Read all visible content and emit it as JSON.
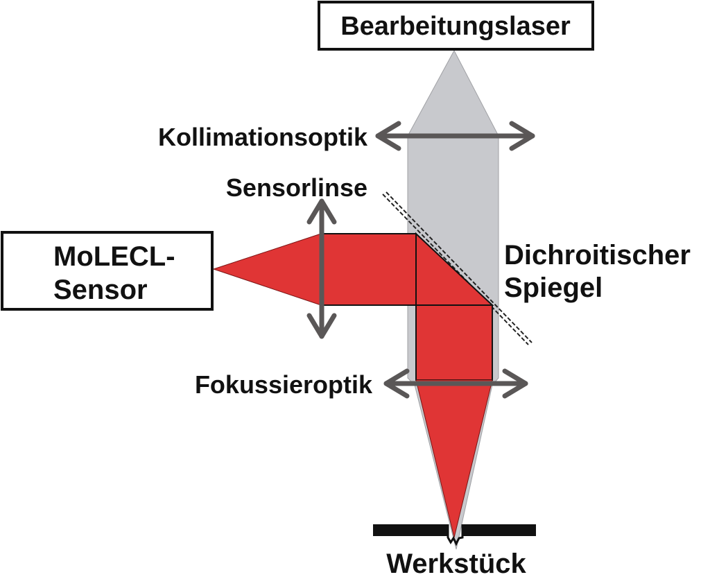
{
  "labels": {
    "laser": "Bearbeitungslaser",
    "collimation": "Kollimationsoptik",
    "sensor_lens": "Sensorlinse",
    "sensor_line1": "MoLECL-",
    "sensor_line2": "Sensor",
    "mirror_line1": "Dichroitischer",
    "mirror_line2": "Spiegel",
    "focusing": "Fokussieroptik",
    "workpiece": "Werkstück"
  },
  "colors": {
    "process_beam": "#c8c9cd",
    "sensor_beam": "#e03535",
    "arrow": "#5a5757",
    "outline": "#111111"
  }
}
